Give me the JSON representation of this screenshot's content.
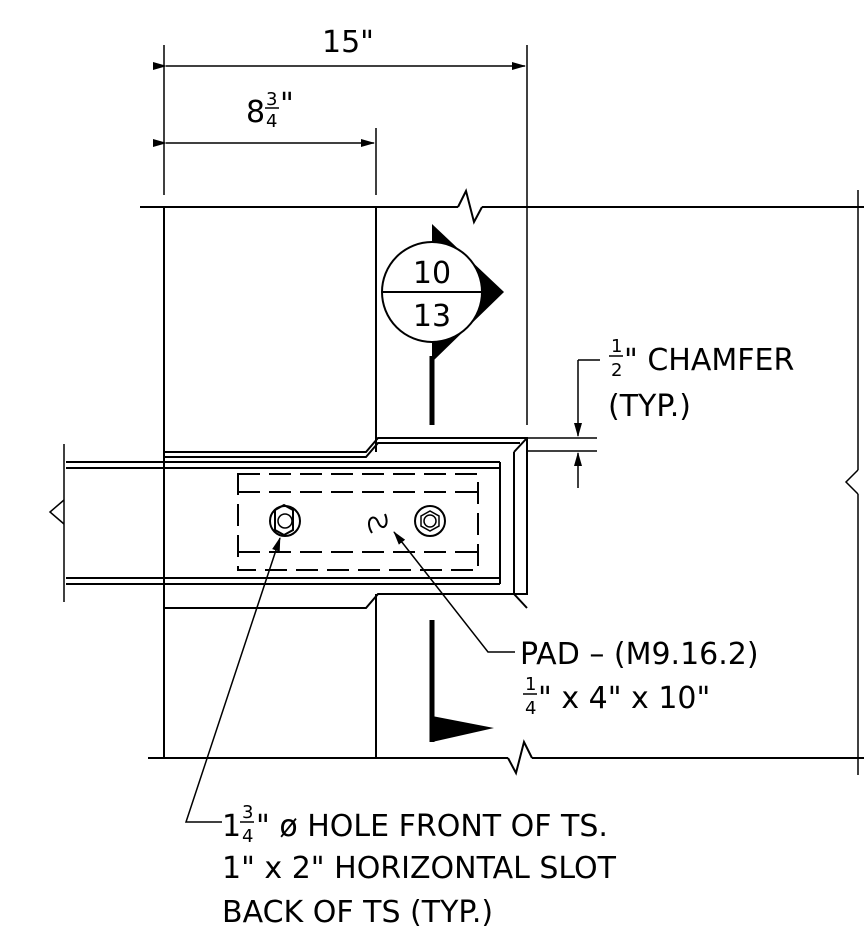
{
  "dimensions": {
    "overall": "15\"",
    "inner_whole": "8",
    "inner_frac_num": "3",
    "inner_frac_den": "4",
    "inner_inch": "\""
  },
  "detail_bubble": {
    "top": "10",
    "bottom": "13"
  },
  "chamfer_note": {
    "frac_num": "1",
    "frac_den": "2",
    "line1": "\" CHAMFER",
    "line2": "(TYP.)"
  },
  "pad_note": {
    "line1": "PAD – (M9.16.2)",
    "frac_num": "1",
    "frac_den": "4",
    "line2": "\" x 4\" x 10\""
  },
  "hole_note": {
    "whole": "1",
    "frac_num": "3",
    "frac_den": "4",
    "line1_rest": "\" ø HOLE FRONT OF TS.",
    "line2": "1\" x 2\" HORIZONTAL SLOT",
    "line3": "BACK OF TS (TYP.)"
  }
}
